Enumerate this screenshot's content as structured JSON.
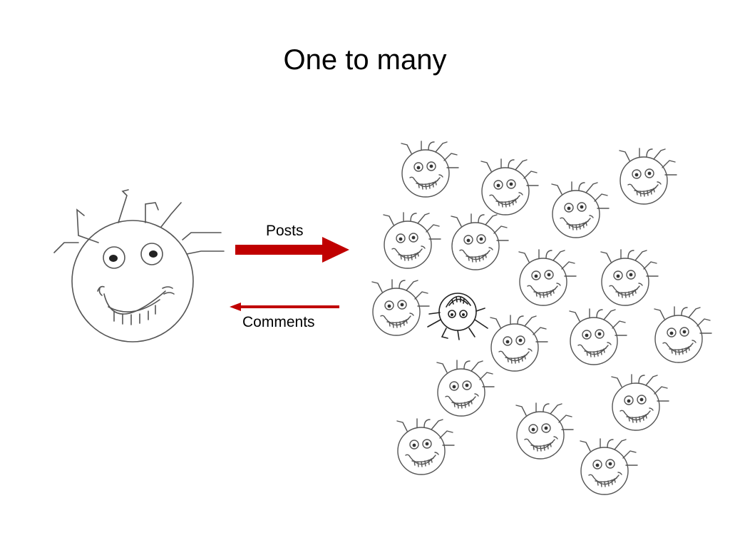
{
  "slide": {
    "title": "One to many",
    "posts_label": "Posts",
    "comments_label": "Comments"
  },
  "colors": {
    "arrow": "#c00000",
    "sketch_line": "#555555",
    "highlight_line": "#222222",
    "background": "#ffffff"
  },
  "icons": {
    "author": "large-smiley-face-icon",
    "audience": "small-smiley-face-icon",
    "commenter": "bug-face-icon"
  }
}
